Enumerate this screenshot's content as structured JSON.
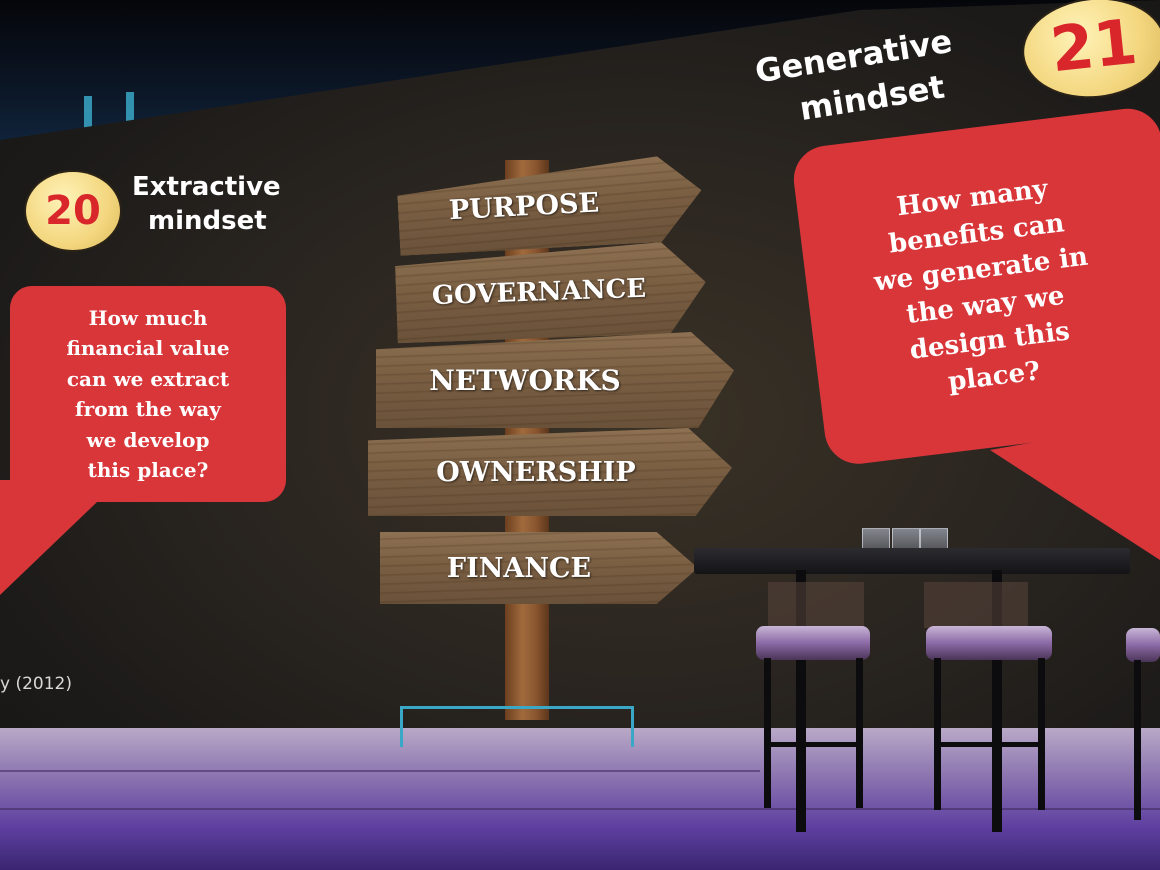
{
  "slide": {
    "left": {
      "number": "20",
      "heading_line1": "Extractive",
      "heading_line2": "mindset",
      "bubble_lines": [
        "How much",
        "financial value",
        "can we extract",
        "from the way",
        "we develop",
        "this place?"
      ]
    },
    "right": {
      "number": "21",
      "heading_line1": "Generative",
      "heading_line2": "mindset",
      "bubble_lines": [
        "How many",
        "benefits can",
        "we generate in",
        "the way we",
        "design this",
        "place?"
      ]
    },
    "signs": [
      "PURPOSE",
      "GOVERNANCE",
      "NETWORKS",
      "OWNERSHIP",
      "FINANCE"
    ],
    "citation": "y (2012)"
  },
  "colors": {
    "bubble": "#d9363a",
    "badge": "#f3d67e",
    "badge_text": "#d8262b",
    "truss": "#3aa7c6"
  }
}
